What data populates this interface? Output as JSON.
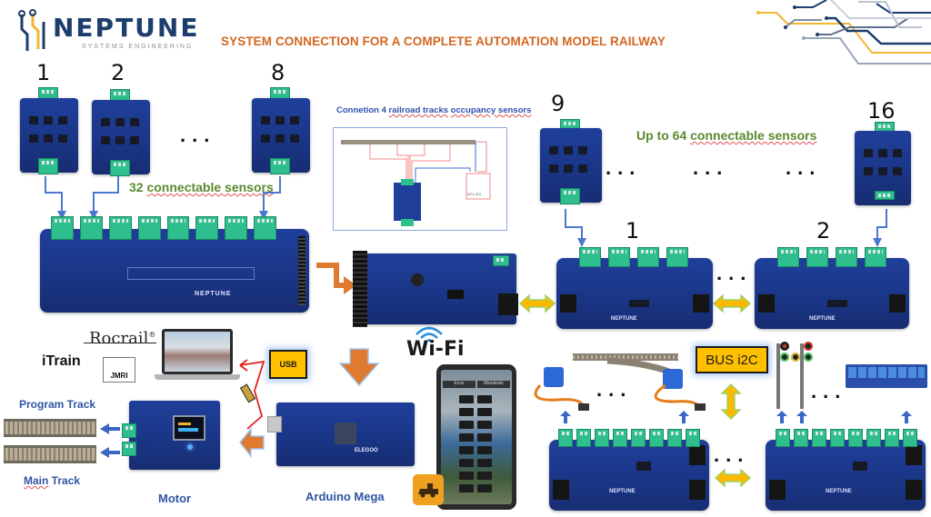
{
  "header": {
    "logo_name": "NEPTUNE",
    "logo_tagline": "SYSTEMS ENGINEERING",
    "title": "SYSTEM CONNECTION FOR  A COMPLETE AUTOMATION MODEL RAILWAY"
  },
  "colors": {
    "title_orange": "#d4661f",
    "brand_navy": "#1c3d6e",
    "brand_yellow": "#f2b632",
    "pcb_blue": "#1f3f9a",
    "terminal_green": "#2fbf8f",
    "connector_blue": "#4a78d0",
    "arrow_orange": "#e07a30",
    "arrow_yellow": "#ffb800",
    "label_green": "#5a8a2e",
    "label_blue": "#2f55a4"
  },
  "left_group": {
    "sensor_numbers": [
      "1",
      "2",
      "8"
    ],
    "ellipsis": "...",
    "caption_prefix": "32 ",
    "caption_underlined": "connectable sensors"
  },
  "inset": {
    "title_prefix": "Connetion 4  ",
    "title_underlined_1": "railroad tracks",
    "title_sep": "  ",
    "title_underlined_2": "occupancy sensors",
    "command_station_label": "DCC-EX"
  },
  "right_group": {
    "sensor_numbers": [
      "9",
      "16"
    ],
    "caption_prefix": "Up to 64 ",
    "caption_underlined": "connectable sensors",
    "ellipsis": [
      "...",
      "...",
      "..."
    ],
    "board_numbers": [
      "1",
      "2"
    ],
    "board_ellipsis": "..."
  },
  "software": {
    "rocrail": "Rocrail",
    "rocrail_mark": "®",
    "itrain": "iTrain",
    "jmri": "JMRI"
  },
  "usb_label": "USB",
  "wifi_label": "Wi-Fi",
  "bus_label": "BUS i2C",
  "tracks": {
    "program_track": "Program Track",
    "main_track_underlined": "Main",
    "main_track_rest": " Track"
  },
  "devices": {
    "motor_label": "Motor",
    "arduino_label": "Arduino Mega",
    "arduino_brand": "ELEGOO",
    "board_brand": "NEPTUNE"
  },
  "phone_app": {
    "tabs": [
      "Ecos",
      "Miniatrain"
    ],
    "ellipsis_between_accessories": [
      "...",
      "..."
    ],
    "lower_board_ellipsis": "..."
  }
}
